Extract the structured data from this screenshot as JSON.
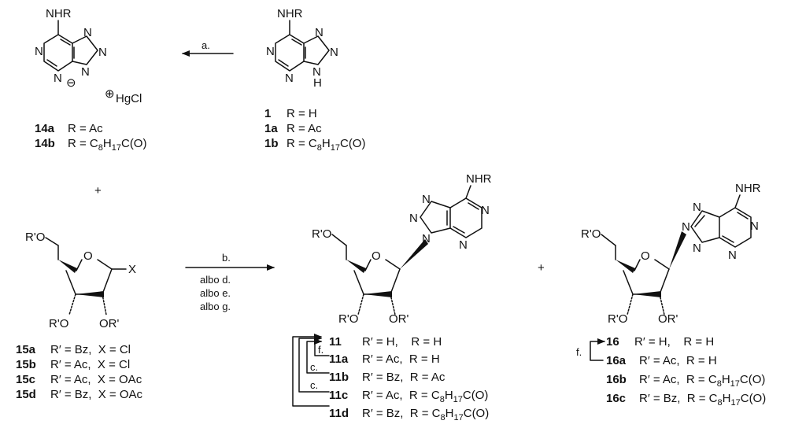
{
  "atoms": {
    "NHR": "NHR",
    "N": "N",
    "H": "H",
    "HgCl": "HgCl",
    "RO5": "R'O",
    "RO3": "R'O",
    "OR2": "OR'",
    "O": "O",
    "X": "X",
    "plus_circle": "⊕",
    "minus_circle": "⊖"
  },
  "arrows": {
    "a": "a.",
    "b": "b.",
    "albo_d": "albo d.",
    "albo_e": "albo e.",
    "albo_g": "albo g.",
    "f": "f.",
    "c": "c."
  },
  "plus": "+",
  "compounds_1": [
    {
      "id": "1",
      "def": "R = H"
    },
    {
      "id": "1a",
      "def": "R = Ac"
    },
    {
      "id": "1b",
      "def_pre": "R = C",
      "sub1": "8",
      "mid": "H",
      "sub2": "17",
      "post": "C(O)"
    }
  ],
  "compounds_14": [
    {
      "id": "14a",
      "def": "R = Ac"
    },
    {
      "id": "14b",
      "def_pre": "R = C",
      "sub1": "8",
      "mid": "H",
      "sub2": "17",
      "post": "C(O)"
    }
  ],
  "compounds_15": [
    {
      "id": "15a",
      "def": "R′ = Bz,  X = Cl"
    },
    {
      "id": "15b",
      "def": "R′ = Ac,  X = Cl"
    },
    {
      "id": "15c",
      "def": "R′ = Ac,  X = OAc"
    },
    {
      "id": "15d",
      "def": "R′ = Bz,  X = OAc"
    }
  ],
  "compounds_11": [
    {
      "id": "11",
      "def": "R′ = H,    R = H"
    },
    {
      "id": "11a",
      "def": "R′ = Ac,  R = H"
    },
    {
      "id": "11b",
      "def": "R′ = Bz,  R = Ac"
    },
    {
      "id": "11c",
      "def_pre": "R′ = Ac,  R = C",
      "sub1": "8",
      "mid": "H",
      "sub2": "17",
      "post": "C(O)"
    },
    {
      "id": "11d",
      "def_pre": "R′ = Bz,  R = C",
      "sub1": "8",
      "mid": "H",
      "sub2": "17",
      "post": "C(O)"
    }
  ],
  "compounds_16": [
    {
      "id": "16",
      "def": "R′ = H,    R = H"
    },
    {
      "id": "16a",
      "def": "R′ = Ac,  R = H"
    },
    {
      "id": "16b",
      "def_pre": "R′ = Ac,  R = C",
      "sub1": "8",
      "mid": "H",
      "sub2": "17",
      "post": "C(O)"
    },
    {
      "id": "16c",
      "def_pre": "R′ = Bz,  R = C",
      "sub1": "8",
      "mid": "H",
      "sub2": "17",
      "post": "C(O)"
    }
  ]
}
